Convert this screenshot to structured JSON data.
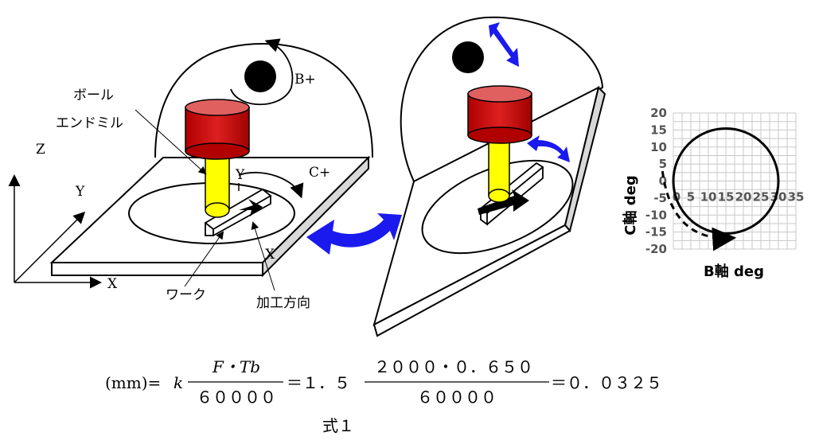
{
  "labels": {
    "ball_end_mill_1": "ボール",
    "ball_end_mill_2": "エンドミル",
    "axis_z": "Z",
    "axis_y": "Y",
    "axis_x": "X",
    "axis_y_local": "Y",
    "axis_x_local": "X",
    "b_plus": "B+",
    "c_plus": "C+",
    "work": "ワーク",
    "direction": "加工方向"
  },
  "chart_data": {
    "type": "line",
    "xlabel": "B軸 deg",
    "ylabel": "C軸 deg",
    "xlim": [
      0,
      35
    ],
    "ylim": [
      -20,
      20
    ],
    "x_ticks": [
      "0",
      "5",
      "10",
      "15",
      "20",
      "25",
      "30",
      "35"
    ],
    "y_ticks": [
      "20",
      "15",
      "10",
      "5",
      "0",
      "-5",
      "-10",
      "-15",
      "-20"
    ],
    "grid": true,
    "circle": {
      "center_x": 15,
      "center_y": 0,
      "radius": 15
    }
  },
  "formula": {
    "lhs": "(mm)=",
    "k": "k",
    "num1": "F・Tb",
    "den1": "６００００",
    "eq1": "＝１．５",
    "num2": "２０００・０．６５０",
    "den2": "６００００",
    "result": "＝０．０３２５",
    "caption": "式１"
  },
  "colors": {
    "spindle": "#cc1010",
    "tool": "#ffff00",
    "arrow_blue": "#1a1aee"
  }
}
